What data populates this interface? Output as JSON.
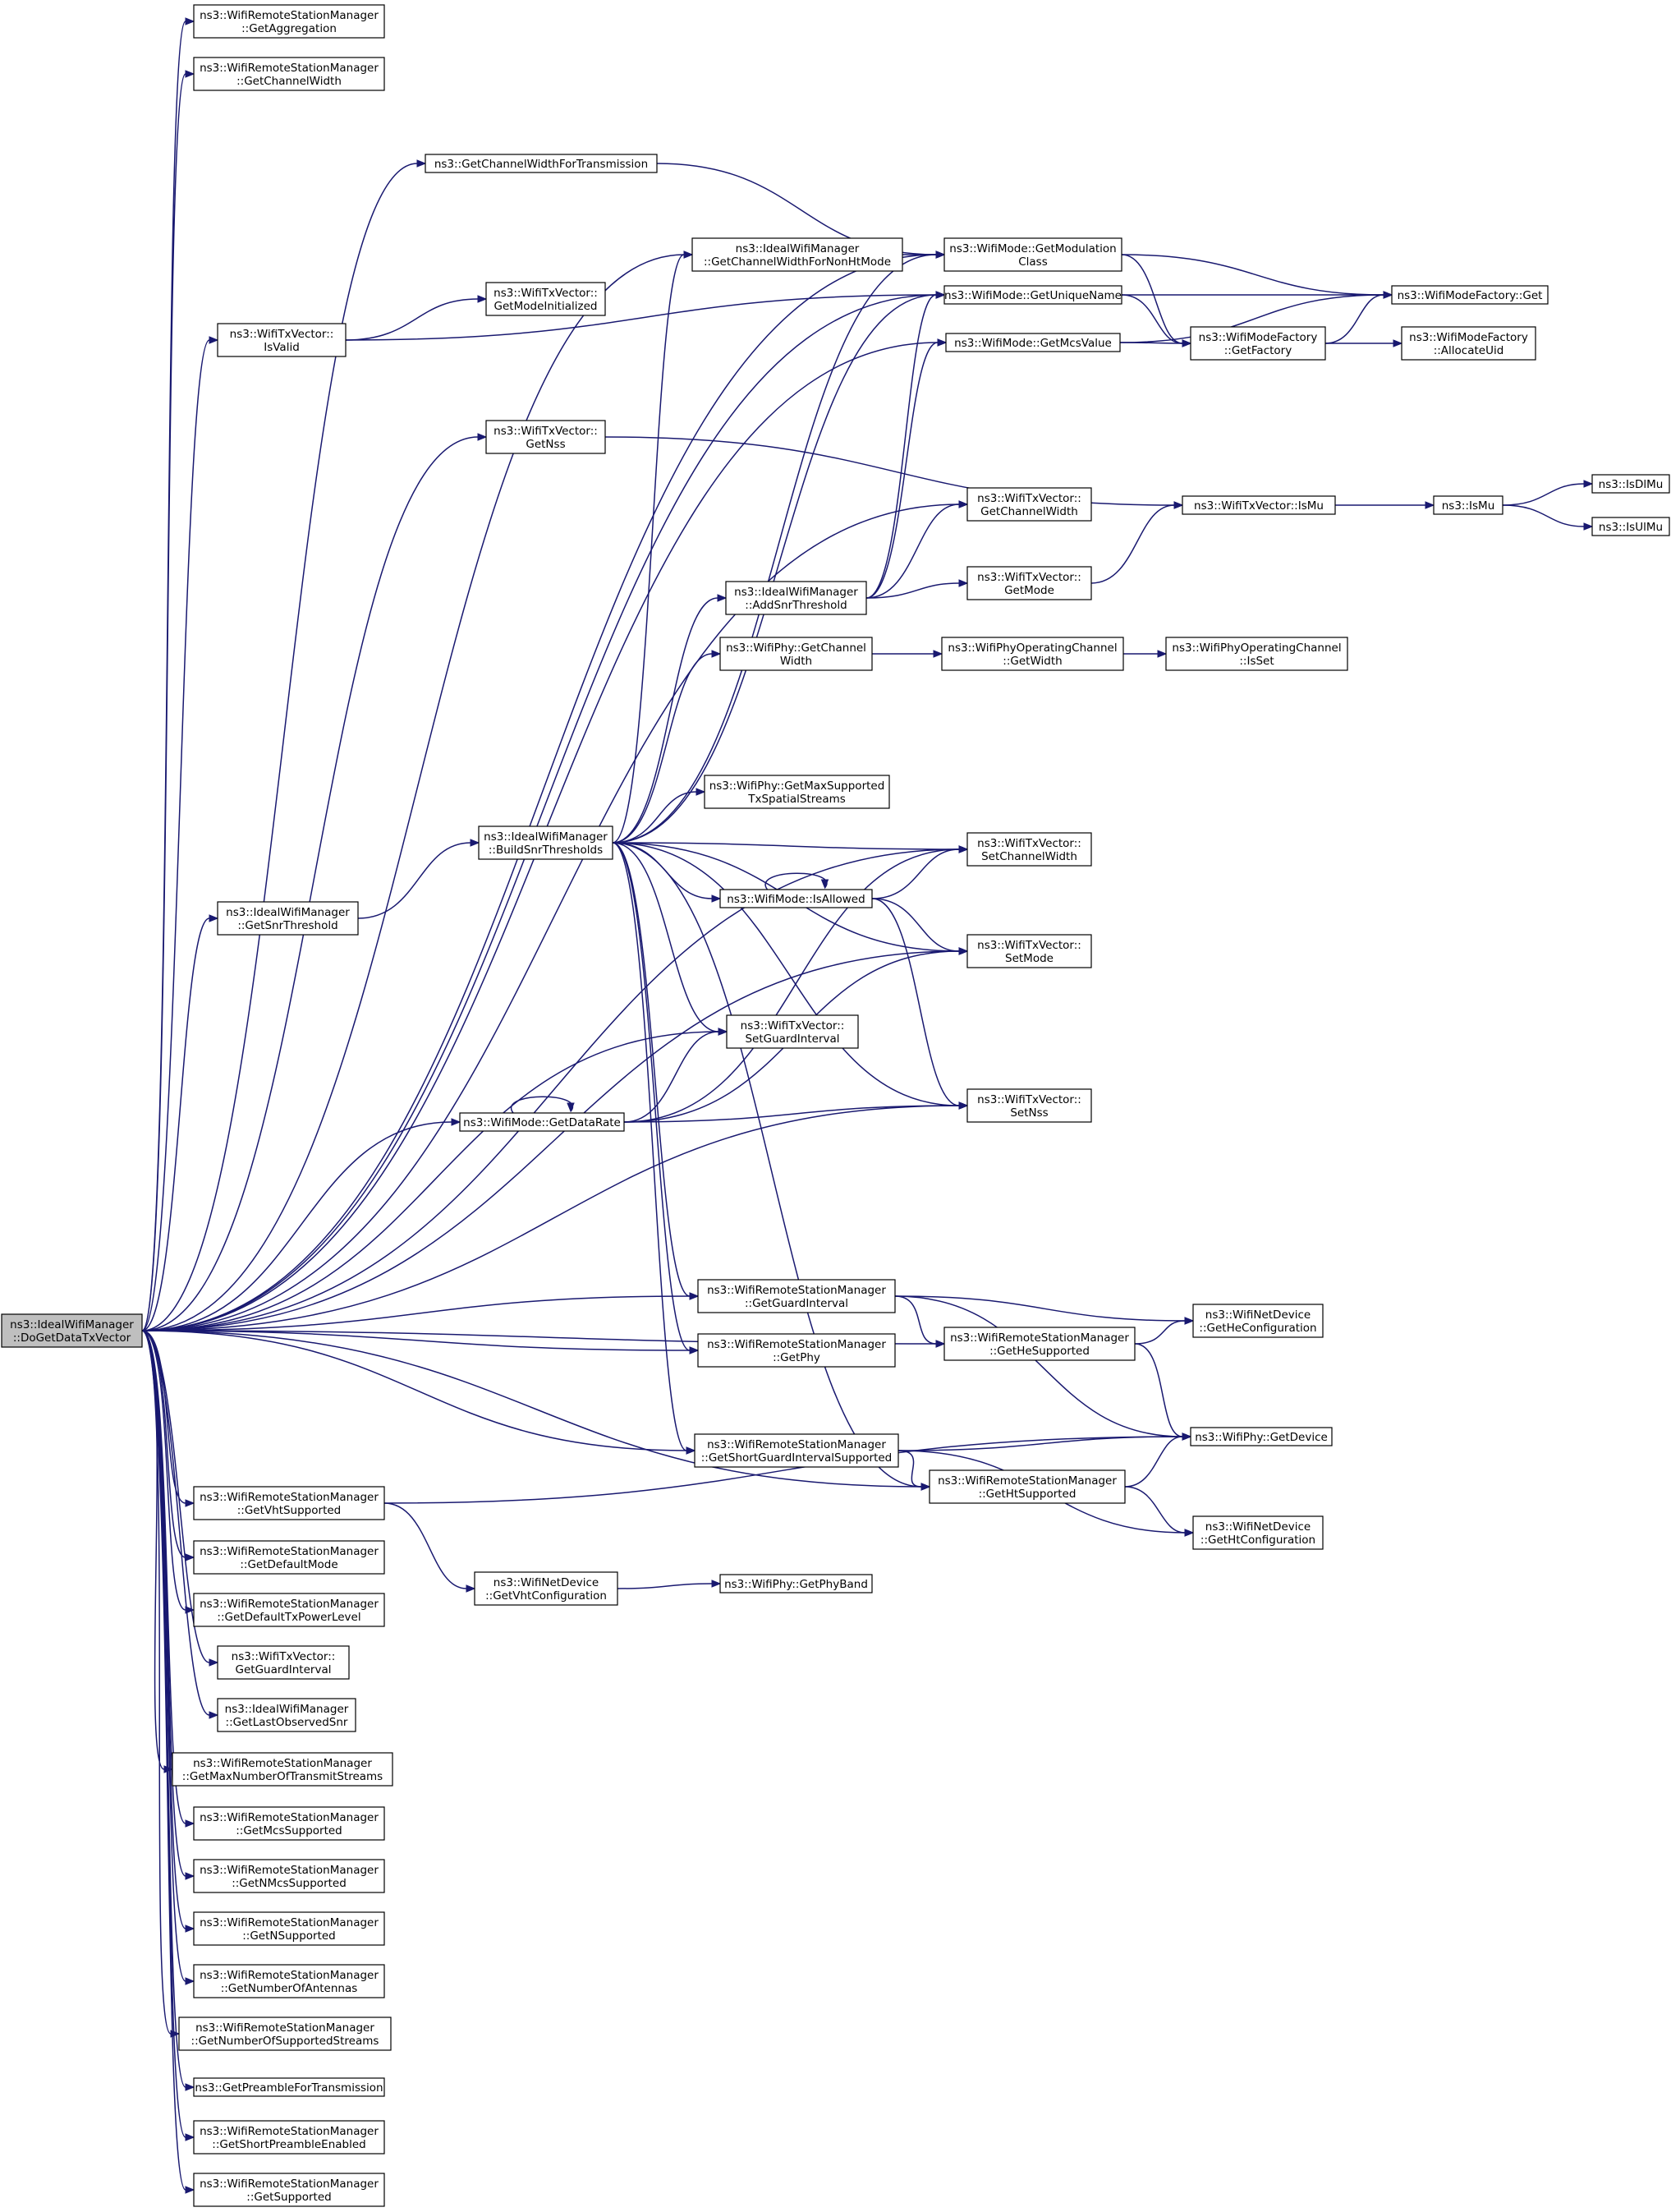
{
  "diagram": {
    "nodes": [
      {
        "id": "root",
        "lines": [
          "ns3::IdealWifiManager",
          "::DoGetDataTxVector"
        ]
      },
      {
        "id": "getAggregation",
        "lines": [
          "ns3::WifiRemoteStationManager",
          "::GetAggregation"
        ]
      },
      {
        "id": "getChannelWidthRSM",
        "lines": [
          "ns3::WifiRemoteStationManager",
          "::GetChannelWidth"
        ]
      },
      {
        "id": "getChannelWidthForTx",
        "lines": [
          "ns3::GetChannelWidthForTransmission"
        ]
      },
      {
        "id": "getChWidthNonHt",
        "lines": [
          "ns3::IdealWifiManager",
          "::GetChannelWidthForNonHtMode"
        ]
      },
      {
        "id": "getModulationClass",
        "lines": [
          "ns3::WifiMode::GetModulation",
          "Class"
        ]
      },
      {
        "id": "wifiModeFactoryGet",
        "lines": [
          "ns3::WifiModeFactory::Get"
        ]
      },
      {
        "id": "getModeInitialized",
        "lines": [
          "ns3::WifiTxVector::",
          "GetModeInitialized"
        ]
      },
      {
        "id": "isValid",
        "lines": [
          "ns3::WifiTxVector::",
          "IsValid"
        ]
      },
      {
        "id": "getUniqueName",
        "lines": [
          "ns3::WifiMode::GetUniqueName"
        ]
      },
      {
        "id": "getFactory",
        "lines": [
          "ns3::WifiModeFactory",
          "::GetFactory"
        ]
      },
      {
        "id": "getMcsValue",
        "lines": [
          "ns3::WifiMode::GetMcsValue"
        ]
      },
      {
        "id": "allocateUid",
        "lines": [
          "ns3::WifiModeFactory",
          "::AllocateUid"
        ]
      },
      {
        "id": "getNss",
        "lines": [
          "ns3::WifiTxVector::",
          "GetNss"
        ]
      },
      {
        "id": "txIsMu",
        "lines": [
          "ns3::WifiTxVector::IsMu"
        ]
      },
      {
        "id": "isMu",
        "lines": [
          "ns3::IsMu"
        ]
      },
      {
        "id": "isDlMu",
        "lines": [
          "ns3::IsDlMu"
        ]
      },
      {
        "id": "isUlMu",
        "lines": [
          "ns3::IsUlMu"
        ]
      },
      {
        "id": "txGetChannelWidth",
        "lines": [
          "ns3::WifiTxVector::",
          "GetChannelWidth"
        ]
      },
      {
        "id": "addSnrThreshold",
        "lines": [
          "ns3::IdealWifiManager",
          "::AddSnrThreshold"
        ]
      },
      {
        "id": "txGetMode",
        "lines": [
          "ns3::WifiTxVector::",
          "GetMode"
        ]
      },
      {
        "id": "phyGetChannelWidth",
        "lines": [
          "ns3::WifiPhy::GetChannel",
          "Width"
        ]
      },
      {
        "id": "opChGetWidth",
        "lines": [
          "ns3::WifiPhyOperatingChannel",
          "::GetWidth"
        ]
      },
      {
        "id": "opChIsSet",
        "lines": [
          "ns3::WifiPhyOperatingChannel",
          "::IsSet"
        ]
      },
      {
        "id": "getMaxSupportedTxSS",
        "lines": [
          "ns3::WifiPhy::GetMaxSupported",
          "TxSpatialStreams"
        ]
      },
      {
        "id": "buildSnrThresholds",
        "lines": [
          "ns3::IdealWifiManager",
          "::BuildSnrThresholds"
        ]
      },
      {
        "id": "setChannelWidth",
        "lines": [
          "ns3::WifiTxVector::",
          "SetChannelWidth"
        ]
      },
      {
        "id": "getSnrThreshold",
        "lines": [
          "ns3::IdealWifiManager",
          "::GetSnrThreshold"
        ]
      },
      {
        "id": "isAllowed",
        "lines": [
          "ns3::WifiMode::IsAllowed"
        ]
      },
      {
        "id": "setMode",
        "lines": [
          "ns3::WifiTxVector::",
          "SetMode"
        ]
      },
      {
        "id": "setGuardInterval",
        "lines": [
          "ns3::WifiTxVector::",
          "SetGuardInterval"
        ]
      },
      {
        "id": "getDataRate",
        "lines": [
          "ns3::WifiMode::GetDataRate"
        ]
      },
      {
        "id": "setNss",
        "lines": [
          "ns3::WifiTxVector::",
          "SetNss"
        ]
      },
      {
        "id": "getGuardIntervalRSM",
        "lines": [
          "ns3::WifiRemoteStationManager",
          "::GetGuardInterval"
        ]
      },
      {
        "id": "getHeConfiguration",
        "lines": [
          "ns3::WifiNetDevice",
          "::GetHeConfiguration"
        ]
      },
      {
        "id": "getHeSupported",
        "lines": [
          "ns3::WifiRemoteStationManager",
          "::GetHeSupported"
        ]
      },
      {
        "id": "getPhy",
        "lines": [
          "ns3::WifiRemoteStationManager",
          "::GetPhy"
        ]
      },
      {
        "id": "getSGISupported",
        "lines": [
          "ns3::WifiRemoteStationManager",
          "::GetShortGuardIntervalSupported"
        ]
      },
      {
        "id": "phyGetDevice",
        "lines": [
          "ns3::WifiPhy::GetDevice"
        ]
      },
      {
        "id": "getHtSupported",
        "lines": [
          "ns3::WifiRemoteStationManager",
          "::GetHtSupported"
        ]
      },
      {
        "id": "getVhtSupported",
        "lines": [
          "ns3::WifiRemoteStationManager",
          "::GetVhtSupported"
        ]
      },
      {
        "id": "getHtConfiguration",
        "lines": [
          "ns3::WifiNetDevice",
          "::GetHtConfiguration"
        ]
      },
      {
        "id": "getDefaultMode",
        "lines": [
          "ns3::WifiRemoteStationManager",
          "::GetDefaultMode"
        ]
      },
      {
        "id": "getVhtConfiguration",
        "lines": [
          "ns3::WifiNetDevice",
          "::GetVhtConfiguration"
        ]
      },
      {
        "id": "getPhyBand",
        "lines": [
          "ns3::WifiPhy::GetPhyBand"
        ]
      },
      {
        "id": "getDefaultTxPowerLevel",
        "lines": [
          "ns3::WifiRemoteStationManager",
          "::GetDefaultTxPowerLevel"
        ]
      },
      {
        "id": "txGetGuardInterval",
        "lines": [
          "ns3::WifiTxVector::",
          "GetGuardInterval"
        ]
      },
      {
        "id": "getLastObservedSnr",
        "lines": [
          "ns3::IdealWifiManager",
          "::GetLastObservedSnr"
        ]
      },
      {
        "id": "getMaxNTxStreams",
        "lines": [
          "ns3::WifiRemoteStationManager",
          "::GetMaxNumberOfTransmitStreams"
        ]
      },
      {
        "id": "getMcsSupported",
        "lines": [
          "ns3::WifiRemoteStationManager",
          "::GetMcsSupported"
        ]
      },
      {
        "id": "getNMcsSupported",
        "lines": [
          "ns3::WifiRemoteStationManager",
          "::GetNMcsSupported"
        ]
      },
      {
        "id": "getNSupported",
        "lines": [
          "ns3::WifiRemoteStationManager",
          "::GetNSupported"
        ]
      },
      {
        "id": "getNumberOfAntennas",
        "lines": [
          "ns3::WifiRemoteStationManager",
          "::GetNumberOfAntennas"
        ]
      },
      {
        "id": "getNumSupportedStreams",
        "lines": [
          "ns3::WifiRemoteStationManager",
          "::GetNumberOfSupportedStreams"
        ]
      },
      {
        "id": "getPreambleForTx",
        "lines": [
          "ns3::GetPreambleForTransmission"
        ]
      },
      {
        "id": "getShortPreambleEnabled",
        "lines": [
          "ns3::WifiRemoteStationManager",
          "::GetShortPreambleEnabled"
        ]
      },
      {
        "id": "getSupported",
        "lines": [
          "ns3::WifiRemoteStationManager",
          "::GetSupported"
        ]
      }
    ],
    "edges": [
      [
        "root",
        "getAggregation"
      ],
      [
        "root",
        "getChannelWidthRSM"
      ],
      [
        "root",
        "getChannelWidthForTx"
      ],
      [
        "root",
        "getModulationClass"
      ],
      [
        "root",
        "getUniqueName"
      ],
      [
        "root",
        "getChWidthNonHt"
      ],
      [
        "root",
        "isValid"
      ],
      [
        "root",
        "getMcsValue"
      ],
      [
        "root",
        "getNss"
      ],
      [
        "root",
        "txGetChannelWidth"
      ],
      [
        "root",
        "setChannelWidth"
      ],
      [
        "root",
        "getSnrThreshold"
      ],
      [
        "root",
        "setGuardInterval"
      ],
      [
        "root",
        "getDataRate"
      ],
      [
        "root",
        "setMode"
      ],
      [
        "root",
        "setNss"
      ],
      [
        "root",
        "getGuardIntervalRSM"
      ],
      [
        "root",
        "getPhy"
      ],
      [
        "root",
        "getHeSupported"
      ],
      [
        "root",
        "getSGISupported"
      ],
      [
        "root",
        "getHtSupported"
      ],
      [
        "root",
        "getVhtSupported"
      ],
      [
        "root",
        "getDefaultMode"
      ],
      [
        "root",
        "getDefaultTxPowerLevel"
      ],
      [
        "root",
        "txGetGuardInterval"
      ],
      [
        "root",
        "getLastObservedSnr"
      ],
      [
        "root",
        "getMaxNTxStreams"
      ],
      [
        "root",
        "getMcsSupported"
      ],
      [
        "root",
        "getNMcsSupported"
      ],
      [
        "root",
        "getNSupported"
      ],
      [
        "root",
        "getNumberOfAntennas"
      ],
      [
        "root",
        "getNumSupportedStreams"
      ],
      [
        "root",
        "getPreambleForTx"
      ],
      [
        "root",
        "getShortPreambleEnabled"
      ],
      [
        "root",
        "getSupported"
      ],
      [
        "getChannelWidthForTx",
        "getModulationClass"
      ],
      [
        "getChWidthNonHt",
        "getModulationClass"
      ],
      [
        "getModulationClass",
        "wifiModeFactoryGet"
      ],
      [
        "getModulationClass",
        "getFactory"
      ],
      [
        "getUniqueName",
        "wifiModeFactoryGet"
      ],
      [
        "getUniqueName",
        "getFactory"
      ],
      [
        "getMcsValue",
        "getFactory"
      ],
      [
        "getMcsValue",
        "wifiModeFactoryGet"
      ],
      [
        "getFactory",
        "wifiModeFactoryGet"
      ],
      [
        "getFactory",
        "allocateUid"
      ],
      [
        "isValid",
        "getModeInitialized"
      ],
      [
        "isValid",
        "getUniqueName"
      ],
      [
        "getNss",
        "txIsMu"
      ],
      [
        "txIsMu",
        "isMu"
      ],
      [
        "isMu",
        "isDlMu"
      ],
      [
        "isMu",
        "isUlMu"
      ],
      [
        "addSnrThreshold",
        "txGetChannelWidth"
      ],
      [
        "addSnrThreshold",
        "txGetMode"
      ],
      [
        "addSnrThreshold",
        "getUniqueName"
      ],
      [
        "addSnrThreshold",
        "getMcsValue"
      ],
      [
        "txGetMode",
        "txIsMu"
      ],
      [
        "phyGetChannelWidth",
        "opChGetWidth"
      ],
      [
        "opChGetWidth",
        "opChIsSet"
      ],
      [
        "getSnrThreshold",
        "buildSnrThresholds"
      ],
      [
        "buildSnrThresholds",
        "getChWidthNonHt"
      ],
      [
        "buildSnrThresholds",
        "getModulationClass"
      ],
      [
        "buildSnrThresholds",
        "getUniqueName"
      ],
      [
        "buildSnrThresholds",
        "addSnrThreshold"
      ],
      [
        "buildSnrThresholds",
        "phyGetChannelWidth"
      ],
      [
        "buildSnrThresholds",
        "getMaxSupportedTxSS"
      ],
      [
        "buildSnrThresholds",
        "setChannelWidth"
      ],
      [
        "buildSnrThresholds",
        "isAllowed"
      ],
      [
        "buildSnrThresholds",
        "setMode"
      ],
      [
        "buildSnrThresholds",
        "setGuardInterval"
      ],
      [
        "buildSnrThresholds",
        "setNss"
      ],
      [
        "buildSnrThresholds",
        "getGuardIntervalRSM"
      ],
      [
        "buildSnrThresholds",
        "getPhy"
      ],
      [
        "buildSnrThresholds",
        "getSGISupported"
      ],
      [
        "buildSnrThresholds",
        "getHtSupported"
      ],
      [
        "isAllowed",
        "isAllowed"
      ],
      [
        "isAllowed",
        "setChannelWidth"
      ],
      [
        "isAllowed",
        "setMode"
      ],
      [
        "isAllowed",
        "setNss"
      ],
      [
        "getDataRate",
        "getDataRate"
      ],
      [
        "getDataRate",
        "setGuardInterval"
      ],
      [
        "getDataRate",
        "setChannelWidth"
      ],
      [
        "getDataRate",
        "setMode"
      ],
      [
        "getDataRate",
        "setNss"
      ],
      [
        "getGuardIntervalRSM",
        "getHeConfiguration"
      ],
      [
        "getGuardIntervalRSM",
        "getHeSupported"
      ],
      [
        "getGuardIntervalRSM",
        "phyGetDevice"
      ],
      [
        "getHeSupported",
        "getHeConfiguration"
      ],
      [
        "getHeSupported",
        "phyGetDevice"
      ],
      [
        "getSGISupported",
        "phyGetDevice"
      ],
      [
        "getSGISupported",
        "getHtSupported"
      ],
      [
        "getSGISupported",
        "getHtConfiguration"
      ],
      [
        "getHtSupported",
        "phyGetDevice"
      ],
      [
        "getHtSupported",
        "getHtConfiguration"
      ],
      [
        "getVhtSupported",
        "phyGetDevice"
      ],
      [
        "getVhtSupported",
        "getVhtConfiguration"
      ],
      [
        "getVhtConfiguration",
        "getPhyBand"
      ]
    ]
  }
}
